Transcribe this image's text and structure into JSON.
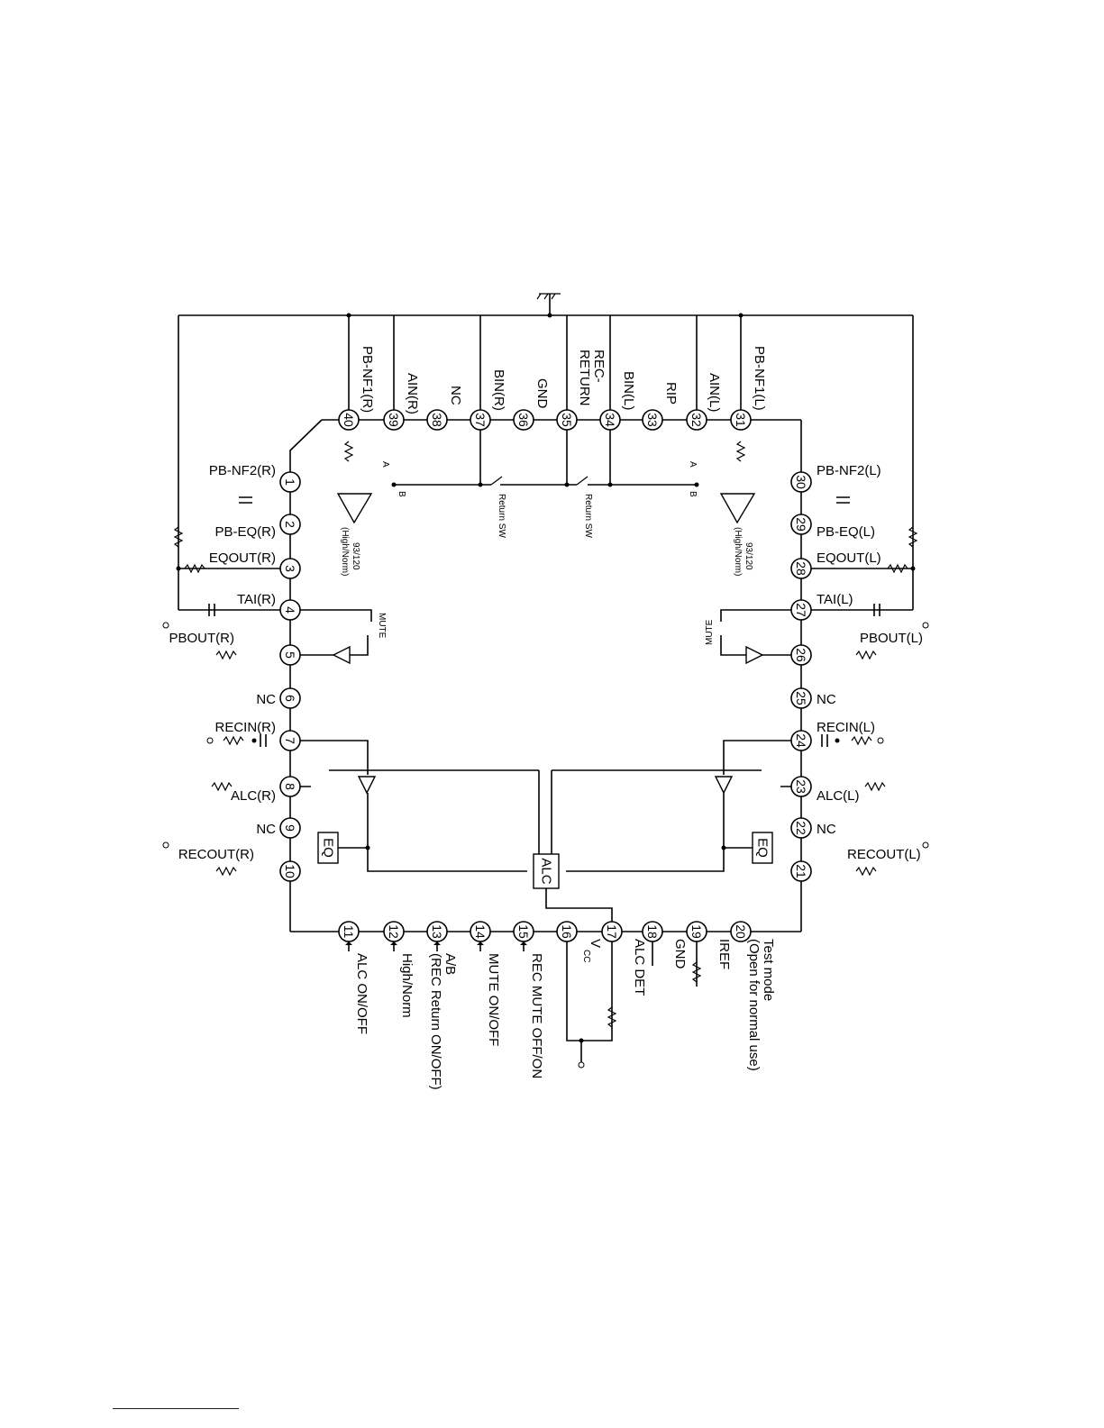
{
  "pins": [
    {
      "n": "1",
      "label": "PB-NF2(R)"
    },
    {
      "n": "2",
      "label": "PB-EQ(R)"
    },
    {
      "n": "3",
      "label": "EQOUT(R)"
    },
    {
      "n": "4",
      "label": "TAI(R)"
    },
    {
      "n": "5",
      "label": "PBOUT(R)"
    },
    {
      "n": "6",
      "label": "NC"
    },
    {
      "n": "7",
      "label": "RECIN(R)"
    },
    {
      "n": "8",
      "label": "ALC(R)"
    },
    {
      "n": "9",
      "label": "NC"
    },
    {
      "n": "10",
      "label": "RECOUT(R)"
    },
    {
      "n": "11",
      "label": "ALC ON/OFF"
    },
    {
      "n": "12",
      "label": "High/Norm"
    },
    {
      "n": "13",
      "label": "A/B"
    },
    {
      "n": "14",
      "label": "MUTE ON/OFF"
    },
    {
      "n": "15",
      "label": "REC MUTE OFF/ON"
    },
    {
      "n": "16",
      "label": "VCC"
    },
    {
      "n": "17",
      "label": "ALC DET"
    },
    {
      "n": "18",
      "label": "GND"
    },
    {
      "n": "19",
      "label": "IREF"
    },
    {
      "n": "20",
      "label": "Test mode"
    },
    {
      "n": "21",
      "label": "RECOUT(L)"
    },
    {
      "n": "22",
      "label": "NC"
    },
    {
      "n": "23",
      "label": "ALC(L)"
    },
    {
      "n": "24",
      "label": "RECIN(L)"
    },
    {
      "n": "25",
      "label": "NC"
    },
    {
      "n": "26",
      "label": "PBOUT(L)"
    },
    {
      "n": "27",
      "label": "TAI(L)"
    },
    {
      "n": "28",
      "label": "EQOUT(L)"
    },
    {
      "n": "29",
      "label": "PB-EQ(L)"
    },
    {
      "n": "30",
      "label": "PB-NF2(L)"
    },
    {
      "n": "31",
      "label": "PB-NF1(L)"
    },
    {
      "n": "32",
      "label": "AIN(L)"
    },
    {
      "n": "33",
      "label": "RIP"
    },
    {
      "n": "34",
      "label": "BIN(L)"
    },
    {
      "n": "35",
      "label": "REC-RETURN"
    },
    {
      "n": "36",
      "label": "GND"
    },
    {
      "n": "37",
      "label": "BIN(R)"
    },
    {
      "n": "38",
      "label": "NC"
    },
    {
      "n": "39",
      "label": "AIN(R)"
    },
    {
      "n": "40",
      "label": "PB-NF1(R)"
    }
  ],
  "extra_labels": {
    "pin13_sub": "(REC Return ON/OFF)",
    "pin20_sub": "(Open for normal use)",
    "vcc_main": "V",
    "vcc_sub": "CC",
    "rec_return_1": "REC-",
    "rec_return_2": "RETURN"
  },
  "blocks": {
    "alc": "ALC",
    "eq_left": "EQ",
    "eq_right": "EQ"
  },
  "switch_labels": {
    "return_sw": "Return SW",
    "mute": "MUTE",
    "gain": "93/120",
    "gain_sub": "(High/Norm)",
    "a": "A",
    "b": "B"
  }
}
